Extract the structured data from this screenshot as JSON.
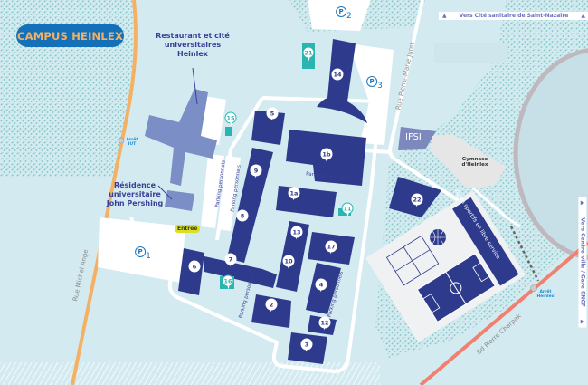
{
  "title": "CAMPUS HEINLEX",
  "labels": {
    "restaurant": "Restaurant et cité universitaires Heinlex",
    "residence": "Résidence universitaire John Pershing",
    "ifsi": "IFSI",
    "gymnase": "Gymnase d'Heinlex",
    "sports": "Agrès sportifs en libre service",
    "entree": "Entrée"
  },
  "streets": {
    "michel_ange": "Rue Michel Ange",
    "juret": "Rue Pierre-Marie Juret",
    "charpak": "Bd Pierre Charpak"
  },
  "signs": {
    "saint_nazaire": "Vers Cité sanitaire de Saint-Nazaire",
    "centre_ville": "Vers Centre-ville / Gare SNCF"
  },
  "bus_stops": {
    "iut": "Arrêt IUT",
    "heinlex": "Arrêt Heinlex"
  },
  "parking_personnel": "Parking personnels",
  "parkings": {
    "p": "P",
    "p1": "1",
    "p2": "2",
    "p3": "3"
  },
  "buildings": {
    "b1a": "1a",
    "b1b": "1b",
    "b2": "2",
    "b3": "3",
    "b4": "4",
    "b5": "5",
    "b6": "6",
    "b7": "7",
    "b8": "8",
    "b9": "9",
    "b10": "10",
    "b11": "11",
    "b12": "12",
    "b13": "13",
    "b14": "14",
    "b15": "15",
    "b16": "16",
    "b17": "17",
    "b21": "21",
    "b22": "22"
  },
  "colors": {
    "building": "#2e3a8c",
    "residence": "#7b8fc6",
    "teal": "#2bb5b0",
    "title_bg": "#1470b8",
    "title_text": "#f5b163",
    "road_orange": "#f5b163",
    "road_red": "#f08070"
  }
}
